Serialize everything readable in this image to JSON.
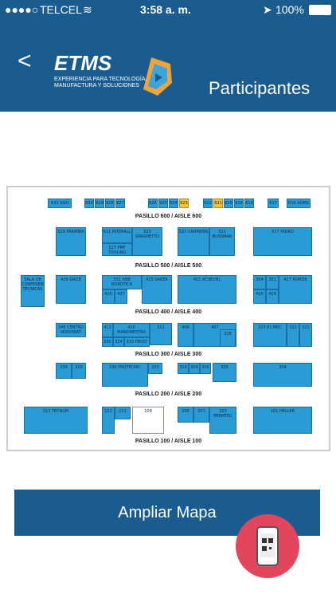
{
  "status": {
    "carrier": "TELCEL",
    "time": "3:58 a. m.",
    "battery": "100%"
  },
  "nav": {
    "back": "<",
    "title": "Participantes"
  },
  "logo": {
    "name": "ETMS",
    "tagline_1": "EXPERIENCIA PARA TECNOLOGÍA,",
    "tagline_2": "MANUFACTURA Y SOLUCIONES"
  },
  "map": {
    "aisles": [
      "PASILLO 600 / AISLE 600",
      "PASILLO 500 / AISLE 500",
      "PASILLO 400 / AISLE 400",
      "PASILLO 300 / AISLE 300",
      "PASILLO 200 / AISLE 200",
      "PASILLO 100 / AISLE 100"
    ],
    "booths": [
      {
        "n": "631",
        "t": "SGH"
      },
      {
        "n": "630",
        "t": ""
      },
      {
        "n": "629",
        "t": ""
      },
      {
        "n": "628",
        "t": ""
      },
      {
        "n": "627",
        "t": ""
      },
      {
        "n": "626",
        "t": ""
      },
      {
        "n": "625",
        "t": ""
      },
      {
        "n": "624",
        "t": ""
      },
      {
        "n": "623",
        "t": ""
      },
      {
        "n": "622",
        "t": ""
      },
      {
        "n": "621",
        "t": ""
      },
      {
        "n": "620",
        "t": ""
      },
      {
        "n": "619",
        "t": ""
      },
      {
        "n": "618",
        "t": ""
      },
      {
        "n": "617",
        "t": ""
      },
      {
        "n": "616",
        "t": "ADMS"
      },
      {
        "n": "529",
        "t": "PRAMBIA"
      },
      {
        "n": "611",
        "t": "INTERALL"
      },
      {
        "n": "527",
        "t": "PMF TOOLING"
      },
      {
        "n": "525",
        "t": "SPAGHETTO"
      },
      {
        "n": "523",
        "t": "UNIPRENS"
      },
      {
        "n": "521",
        "t": "BUSSMAR"
      },
      {
        "n": "517",
        "t": "HIDRO"
      },
      {
        "n": "",
        "t": "SALA DE CONFERENCIAS TÉCNICAS"
      },
      {
        "n": "429",
        "t": "GROB"
      },
      {
        "n": "331",
        "t": "ABB ROBÓTICA"
      },
      {
        "n": "426",
        "t": ""
      },
      {
        "n": "427",
        "t": ""
      },
      {
        "n": "425",
        "t": "SAKER"
      },
      {
        "n": "421",
        "t": "ACSEVNL"
      },
      {
        "n": "364",
        "t": ""
      },
      {
        "n": "361",
        "t": ""
      },
      {
        "n": "420",
        "t": ""
      },
      {
        "n": "419",
        "t": ""
      },
      {
        "n": "417",
        "t": "RONDE"
      },
      {
        "n": "345",
        "t": "CENTRO MODONAT"
      },
      {
        "n": "412",
        "t": ""
      },
      {
        "n": "410",
        "t": "MANOMESTRA"
      },
      {
        "n": "311",
        "t": ""
      },
      {
        "n": "335",
        "t": ""
      },
      {
        "n": "334",
        "t": ""
      },
      {
        "n": "332",
        "t": "PROLT"
      },
      {
        "n": "406",
        "t": ""
      },
      {
        "n": "407",
        "t": ""
      },
      {
        "n": "326",
        "t": ""
      },
      {
        "n": "323",
        "t": "EL MEC"
      },
      {
        "n": "322",
        "t": ""
      },
      {
        "n": "321",
        "t": ""
      },
      {
        "n": "239",
        "t": ""
      },
      {
        "n": "316",
        "t": ""
      },
      {
        "n": "236",
        "t": "PROTECNIC"
      },
      {
        "n": "233",
        "t": ""
      },
      {
        "n": "310",
        "t": ""
      },
      {
        "n": "309",
        "t": ""
      },
      {
        "n": "306",
        "t": ""
      },
      {
        "n": "305",
        "t": ""
      },
      {
        "n": "304",
        "t": ""
      },
      {
        "n": "313",
        "t": "TECNUM"
      },
      {
        "n": "112",
        "t": ""
      },
      {
        "n": "111",
        "t": ""
      },
      {
        "n": "109",
        "t": ""
      },
      {
        "n": "208",
        "t": ""
      },
      {
        "n": "207",
        "t": ""
      },
      {
        "n": "103",
        "t": "PREMTEC"
      },
      {
        "n": "101",
        "t": "HELLER"
      }
    ]
  },
  "button": {
    "label": "Ampliar Mapa"
  },
  "colors": {
    "header": "#1a5c8f",
    "booth": "#2a9bd4",
    "booth_highlight": "#f3c23c",
    "fab": "#e3465c"
  },
  "icons": {
    "back": "chevron-left-icon",
    "fab": "qr-phone-icon"
  }
}
